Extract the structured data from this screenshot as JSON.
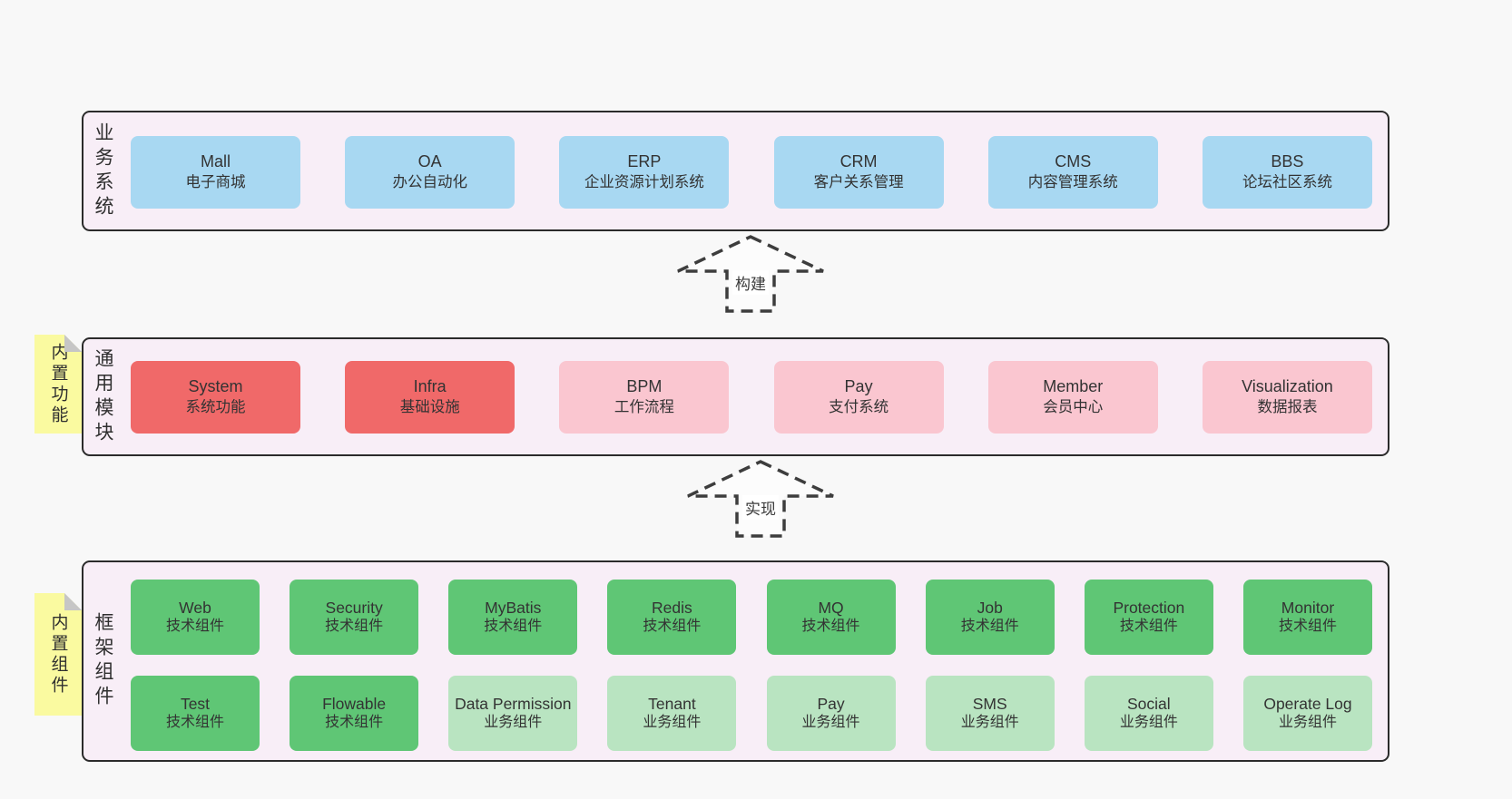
{
  "colors": {
    "page_bg": "#f8f8f8",
    "band_bg": "#f8eef7",
    "band_border": "#2b2b2b",
    "blue": "#a8d8f2",
    "red": "#f06969",
    "pink": "#fac6d0",
    "green": "#5fc675",
    "lightgreen": "#b9e4c1",
    "note_yellow": "#fafaa0",
    "note_fold": "#c6c6c6",
    "text": "#333333"
  },
  "arrows": [
    {
      "label": "构建"
    },
    {
      "label": "实现"
    }
  ],
  "bands": [
    {
      "label": "业务系统",
      "boxes": [
        {
          "name": "Mall",
          "desc": "电子商城",
          "variant": "blue"
        },
        {
          "name": "OA",
          "desc": "办公自动化",
          "variant": "blue"
        },
        {
          "name": "ERP",
          "desc": "企业资源计划系统",
          "variant": "blue"
        },
        {
          "name": "CRM",
          "desc": "客户关系管理",
          "variant": "blue"
        },
        {
          "name": "CMS",
          "desc": "内容管理系统",
          "variant": "blue"
        },
        {
          "name": "BBS",
          "desc": "论坛社区系统",
          "variant": "blue"
        }
      ]
    },
    {
      "label": "通用模块",
      "note": "内置功能",
      "boxes": [
        {
          "name": "System",
          "desc": "系统功能",
          "variant": "red"
        },
        {
          "name": "Infra",
          "desc": "基础设施",
          "variant": "red"
        },
        {
          "name": "BPM",
          "desc": "工作流程",
          "variant": "pink"
        },
        {
          "name": "Pay",
          "desc": "支付系统",
          "variant": "pink"
        },
        {
          "name": "Member",
          "desc": "会员中心",
          "variant": "pink"
        },
        {
          "name": "Visualization",
          "desc": "数据报表",
          "variant": "pink"
        }
      ]
    },
    {
      "label": "框架组件",
      "note": "内置组件",
      "rows": [
        [
          {
            "name": "Web",
            "desc": "技术组件",
            "variant": "green"
          },
          {
            "name": "Security",
            "desc": "技术组件",
            "variant": "green"
          },
          {
            "name": "MyBatis",
            "desc": "技术组件",
            "variant": "green"
          },
          {
            "name": "Redis",
            "desc": "技术组件",
            "variant": "green"
          },
          {
            "name": "MQ",
            "desc": "技术组件",
            "variant": "green"
          },
          {
            "name": "Job",
            "desc": "技术组件",
            "variant": "green"
          },
          {
            "name": "Protection",
            "desc": "技术组件",
            "variant": "green"
          },
          {
            "name": "Monitor",
            "desc": "技术组件",
            "variant": "green"
          }
        ],
        [
          {
            "name": "Test",
            "desc": "技术组件",
            "variant": "green"
          },
          {
            "name": "Flowable",
            "desc": "技术组件",
            "variant": "green"
          },
          {
            "name": "Data Permission",
            "desc": "业务组件",
            "variant": "lightgreen"
          },
          {
            "name": "Tenant",
            "desc": "业务组件",
            "variant": "lightgreen"
          },
          {
            "name": "Pay",
            "desc": "业务组件",
            "variant": "lightgreen"
          },
          {
            "name": "SMS",
            "desc": "业务组件",
            "variant": "lightgreen"
          },
          {
            "name": "Social",
            "desc": "业务组件",
            "variant": "lightgreen"
          },
          {
            "name": "Operate Log",
            "desc": "业务组件",
            "variant": "lightgreen"
          }
        ]
      ]
    }
  ]
}
